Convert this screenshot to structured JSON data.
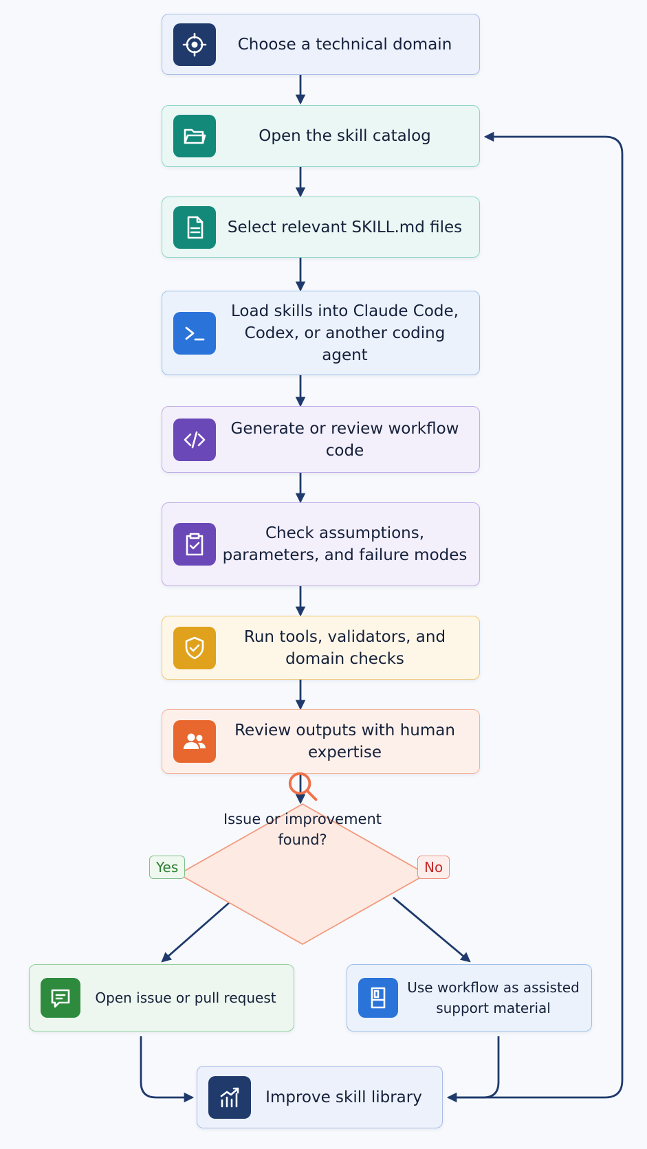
{
  "steps": [
    {
      "id": "choose-domain",
      "label": "Choose a technical domain",
      "icon": "target-icon",
      "color": "#1f3a6b"
    },
    {
      "id": "open-catalog",
      "label": "Open the skill catalog",
      "icon": "folder-icon",
      "color": "#13897a"
    },
    {
      "id": "select-files",
      "label": "Select relevant SKILL.md files",
      "icon": "document-icon",
      "color": "#13897a"
    },
    {
      "id": "load-skills",
      "label": "Load skills into Claude Code, Codex, or another coding agent",
      "icon": "terminal-icon",
      "color": "#2a73d9"
    },
    {
      "id": "generate-code",
      "label": "Generate or review workflow code",
      "icon": "code-icon",
      "color": "#6a48b8"
    },
    {
      "id": "check-assumptions",
      "label": "Check assumptions, parameters, and failure modes",
      "icon": "clipboard-check-icon",
      "color": "#6a48b8"
    },
    {
      "id": "run-tools",
      "label": "Run tools, validators, and domain checks",
      "icon": "shield-check-icon",
      "color": "#e0a21c"
    },
    {
      "id": "review-outputs",
      "label": "Review outputs with human expertise",
      "icon": "users-icon",
      "color": "#e8672e"
    }
  ],
  "decision": {
    "label": "Issue or improvement found?",
    "icon": "magnifier-icon",
    "color": "#f0714a"
  },
  "branches": {
    "yes": {
      "badge": "Yes",
      "label": "Open issue or pull request",
      "icon": "chat-icon",
      "color": "#2e8b3e"
    },
    "no": {
      "badge": "No",
      "label": "Use workflow as assisted support material",
      "icon": "book-icon",
      "color": "#2a73d9"
    }
  },
  "final": {
    "label": "Improve skill library",
    "icon": "chart-icon",
    "color": "#1f3a6b"
  },
  "edge_color": "#1f3a6b"
}
